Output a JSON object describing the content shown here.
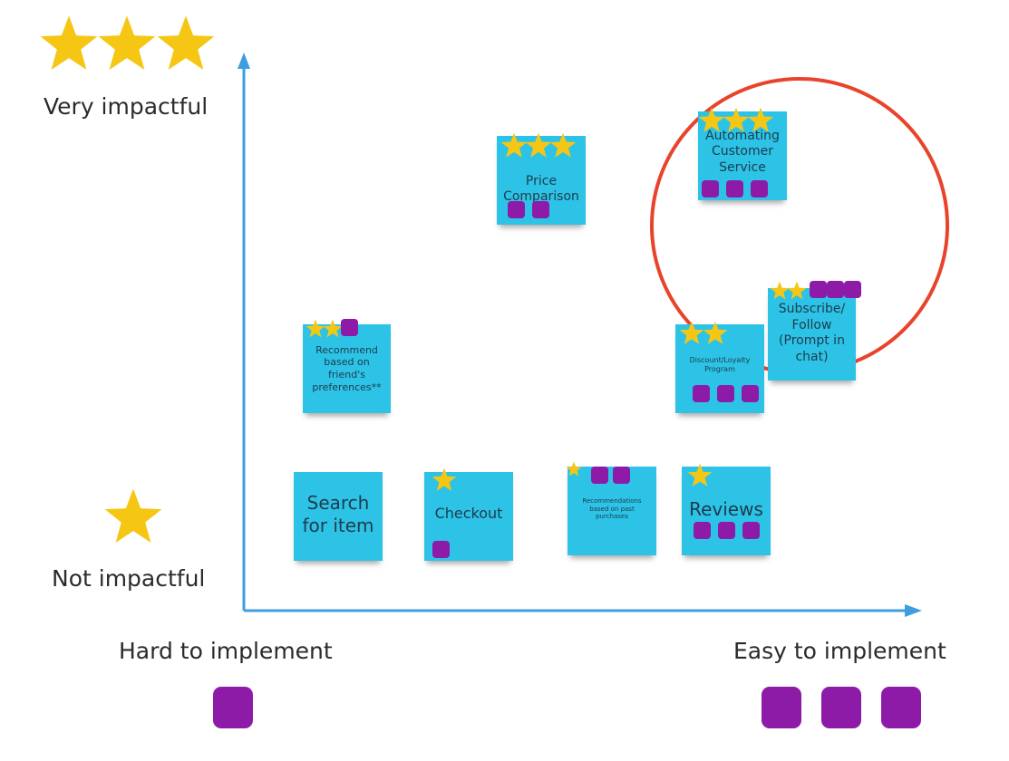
{
  "legend": {
    "very_impactful": "Very impactful",
    "not_impactful": "Not impactful",
    "hard_to_implement": "Hard to implement",
    "easy_to_implement": "Easy to implement"
  },
  "colors": {
    "sticky": "#2cc3e6",
    "star": "#f6c615",
    "vote_square": "#8e1aa8",
    "axis": "#3d9ee0",
    "highlight_circle": "#e8442b"
  },
  "stickies": [
    {
      "id": "price-comparison",
      "text": "Price\nComparison",
      "stars": 3,
      "votes": 2
    },
    {
      "id": "automating-customer-service",
      "text": "Automating\nCustomer\nService",
      "stars": 3,
      "votes": 3
    },
    {
      "id": "subscribe-follow",
      "text": "Subscribe/\nFollow\n(Prompt in\nchat)",
      "stars": 2,
      "votes": 3
    },
    {
      "id": "recommend-friends",
      "text": "Recommend\nbased on\nfriend's\npreferences**",
      "stars": 2,
      "votes": 1
    },
    {
      "id": "discount-loyalty",
      "text": "Discount/Loyalty\nProgram",
      "stars": 2,
      "votes": 3
    },
    {
      "id": "search-for-item",
      "text": "Search\nfor item",
      "stars": 0,
      "votes": 0
    },
    {
      "id": "checkout",
      "text": "Checkout",
      "stars": 1,
      "votes": 1
    },
    {
      "id": "recommendations-past",
      "text": "Recommendations\nbased on past\npurchases",
      "stars": 1,
      "votes": 2
    },
    {
      "id": "reviews",
      "text": "Reviews",
      "stars": 1,
      "votes": 3
    }
  ]
}
